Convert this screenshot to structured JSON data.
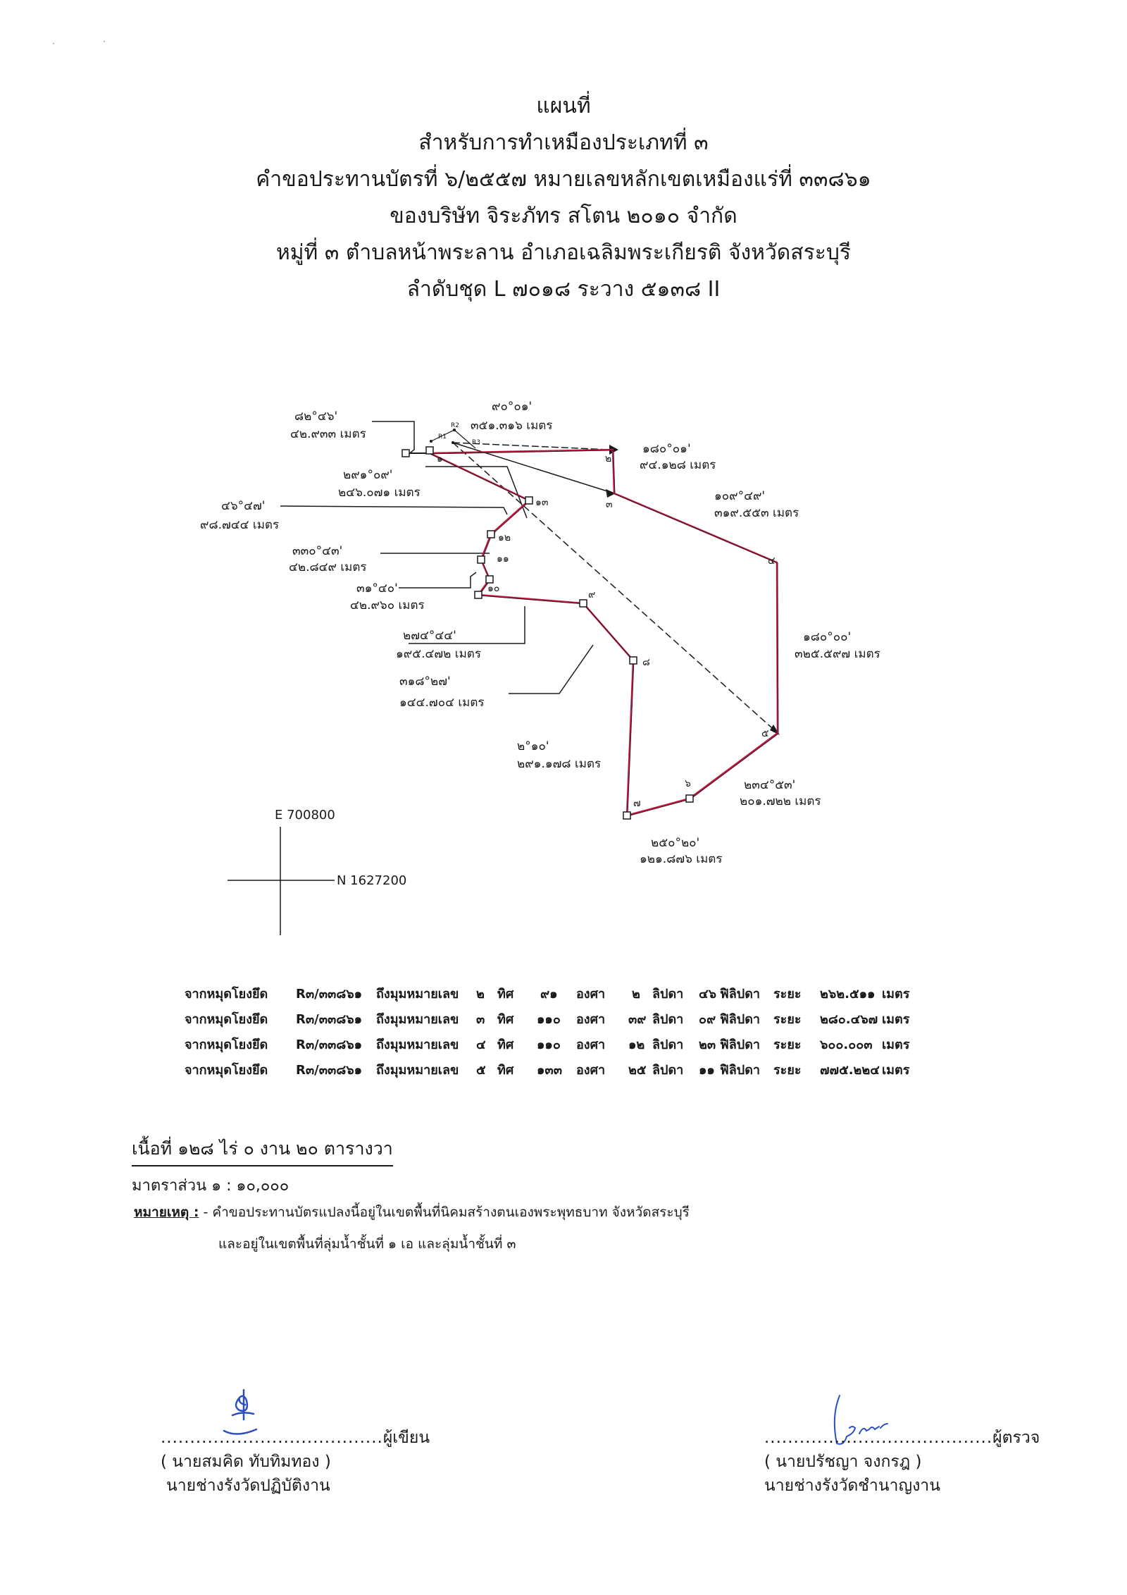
{
  "header": {
    "lines": [
      "แผนที่",
      "สำหรับการทำเหมืองประเภทที่ ๓",
      "คำขอประทานบัตรที่ ๖/๒๕๕๗ หมายเลขหลักเขตเหมืองแร่ที่  ๓๓๘๖๑",
      "ของบริษัท จิระภัทร สโตน ๒๐๑๐ จำกัด",
      "หมู่ที่ ๓ ตำบลหน้าพระลาน อำเภอเฉลิมพระเกียรติ จังหวัดสระบุรี",
      "ลำดับชุด L ๗๐๑๘ ระวาง  ๕๑๓๘ II"
    ]
  },
  "map": {
    "boundary_color": "#c0143c",
    "corners": [
      "๑",
      "๒",
      "๓",
      "๔",
      "๕",
      "๖",
      "๗",
      "๘",
      "๙",
      "๑๐",
      "๑๑",
      "๑๒",
      "๑๓"
    ],
    "ref_points": [
      "R1",
      "R2",
      "R3"
    ],
    "bearings": [
      {
        "angle": "๙๐°๐๑'",
        "dist": "๓๕๑.๓๑๖ เมตร"
      },
      {
        "angle": "๑๘๐°๐๑'",
        "dist": "๙๔.๑๒๘ เมตร"
      },
      {
        "angle": "๑๐๙°๔๙'",
        "dist": "๓๑๙.๕๕๓ เมตร"
      },
      {
        "angle": "๑๘๐°๐๐'",
        "dist": "๓๒๕.๕๙๗ เมตร"
      },
      {
        "angle": "๒๓๔°๕๓'",
        "dist": "๒๐๑.๗๒๒ เมตร"
      },
      {
        "angle": "๒๕๐°๒๐'",
        "dist": "๑๒๑.๘๗๖ เมตร"
      },
      {
        "angle": "๒°๑๐'",
        "dist": "๒๙๑.๑๗๘ เมตร"
      },
      {
        "angle": "๓๑๘°๒๗'",
        "dist": "๑๔๔.๗๐๔ เมตร"
      },
      {
        "angle": "๒๗๔°๔๔'",
        "dist": "๑๙๕.๔๗๒ เมตร"
      },
      {
        "angle": "๓๑°๔๐'",
        "dist": "๔๒.๙๖๐ เมตร"
      },
      {
        "angle": "๓๓๐°๔๓'",
        "dist": "๔๒.๘๔๙ เมตร"
      },
      {
        "angle": "๔๖°๔๗'",
        "dist": "๙๘.๗๔๔ เมตร"
      },
      {
        "angle": "๒๙๑°๐๙'",
        "dist": "๒๔๖.๐๗๑ เมตร"
      },
      {
        "angle": "๘๒°๔๖'",
        "dist": "๔๒.๙๓๓ เมตร"
      }
    ],
    "grid_e": "E 700800",
    "grid_n": "N 1627200"
  },
  "ties": [
    {
      "from": "จากหมุดโยงยึด",
      "ref": "R๓/๓๓๘๖๑",
      "to": "ถึงมุมหมายเลข",
      "num": "๒",
      "dir": "ทิศ",
      "deg": "๙๑",
      "deg_u": "องศา",
      "min": "๒",
      "min_u": "ลิปดา",
      "sec": "๔๖",
      "sec_u": "ฟิลิปดา",
      "dist_l": "ระยะ",
      "dist": "๒๖๒.๕๑๑",
      "unit": "เมตร"
    },
    {
      "from": "จากหมุดโยงยึด",
      "ref": "R๓/๓๓๘๖๑",
      "to": "ถึงมุมหมายเลข",
      "num": "๓",
      "dir": "ทิศ",
      "deg": "๑๑๐",
      "deg_u": "องศา",
      "min": "๓๙",
      "min_u": "ลิปดา",
      "sec": "๐๙",
      "sec_u": "ฟิลิปดา",
      "dist_l": "ระยะ",
      "dist": "๒๘๐.๔๖๗",
      "unit": "เมตร"
    },
    {
      "from": "จากหมุดโยงยึด",
      "ref": "R๓/๓๓๘๖๑",
      "to": "ถึงมุมหมายเลข",
      "num": "๔",
      "dir": "ทิศ",
      "deg": "๑๑๐",
      "deg_u": "องศา",
      "min": "๑๒",
      "min_u": "ลิปดา",
      "sec": "๒๓",
      "sec_u": "ฟิลิปดา",
      "dist_l": "ระยะ",
      "dist": "๖๐๐.๐๐๓",
      "unit": "เมตร"
    },
    {
      "from": "จากหมุดโยงยึด",
      "ref": "R๓/๓๓๘๖๑",
      "to": "ถึงมุมหมายเลข",
      "num": "๕",
      "dir": "ทิศ",
      "deg": "๑๓๓",
      "deg_u": "องศา",
      "min": "๒๕",
      "min_u": "ลิปดา",
      "sec": "๑๑",
      "sec_u": "ฟิลิปดา",
      "dist_l": "ระยะ",
      "dist": "๗๗๕.๒๒๔",
      "unit": "เมตร"
    }
  ],
  "area": "เนื้อที่ ๑๒๘ ไร่ ๐ งาน ๒๐ ตารางวา",
  "scale": "มาตราส่วน ๑ : ๑๐,๐๐๐",
  "remark": {
    "label": "หมายเหตุ :",
    "line1": " - คำขอประทานบัตรแปลงนี้อยู่ในเขตพื้นที่นิคมสร้างตนเองพระพุทธบาท จังหวัดสระบุรี",
    "line2": "และอยู่ในเขตพื้นที่ลุ่มน้ำชั้นที่  ๑ เอ และลุ่มน้ำชั้นที่ ๓"
  },
  "signatures": {
    "writer": {
      "dots": "......................................",
      "role": "ผู้เขียน",
      "name": "( นายสมคิด  ทับทิมทอง )",
      "title": "นายช่างรังวัดปฏิบัติงาน"
    },
    "checker": {
      "dots": ".......................................",
      "role": "ผู้ตรวจ",
      "name": "( นายปรัชญา  จงกรฎ )",
      "title": "นายช่างรังวัดชำนาญงาน"
    }
  }
}
